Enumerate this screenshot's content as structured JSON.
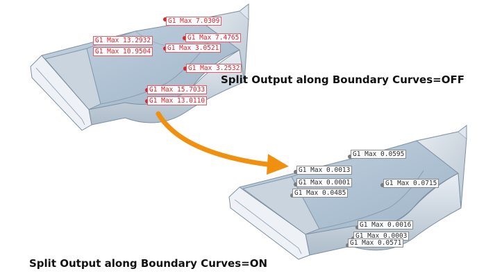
{
  "captions": {
    "off": "Split Output along Boundary Curves=OFF",
    "on": "Split Output along Boundary Curves=ON"
  },
  "colors": {
    "deviation_off": "#d9272e",
    "deviation_on": "#7a7a7a",
    "arrow": "#f0900e",
    "surface": "#b4c6d6"
  },
  "icons": {
    "transition_arrow": "curved-arrow-icon"
  },
  "off_labels": [
    {
      "text": "G1 Max 7.0309"
    },
    {
      "text": "G1 Max 13.2932"
    },
    {
      "text": "G1 Max 7.4765"
    },
    {
      "text": "G1 Max 10.9504"
    },
    {
      "text": "G1 Max 3.0521"
    },
    {
      "text": "G1 Max 3.2532"
    },
    {
      "text": "G1 Max 15.7033"
    },
    {
      "text": "G1 Max 13.0110"
    }
  ],
  "on_labels": [
    {
      "text": "G1 Max 0.0595"
    },
    {
      "text": "G1 Max 0.0013"
    },
    {
      "text": "G1 Max 0.0001"
    },
    {
      "text": "G1 Max 0.0715"
    },
    {
      "text": "G1 Max 0.0485"
    },
    {
      "text": "G1 Max 0.0016"
    },
    {
      "text": "G1 Max 0.0003"
    },
    {
      "text": "G1 Max 0.0571"
    }
  ]
}
